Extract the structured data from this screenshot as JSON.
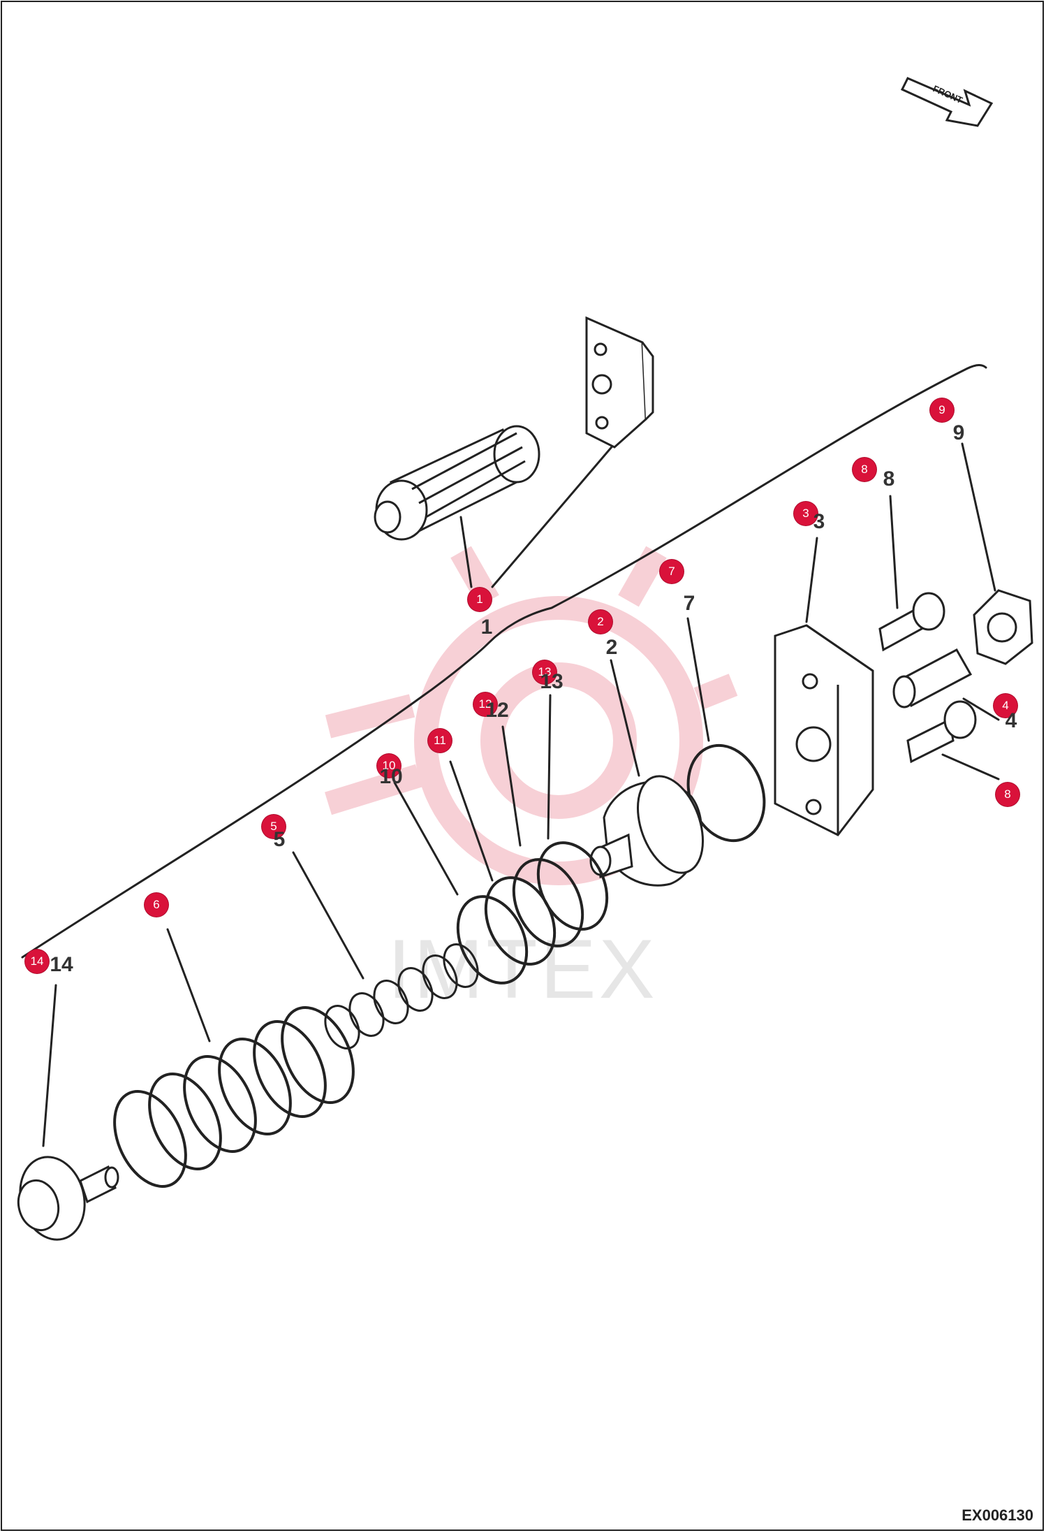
{
  "front_label": "FRONT",
  "drawing_code": "EX006130",
  "watermark_text": "IMTEX",
  "accent_color": "#d9123a",
  "callouts": [
    {
      "label": "1"
    },
    {
      "label": "2"
    },
    {
      "label": "3"
    },
    {
      "label": "4"
    },
    {
      "label": "5"
    },
    {
      "label": "6"
    },
    {
      "label": "7"
    },
    {
      "label": "8"
    },
    {
      "label": "8"
    },
    {
      "label": "9"
    },
    {
      "label": "10"
    },
    {
      "label": "11"
    },
    {
      "label": "12"
    },
    {
      "label": "13"
    },
    {
      "label": "14"
    }
  ],
  "part_numbers": [
    {
      "text": "1"
    },
    {
      "text": "2"
    },
    {
      "text": "3"
    },
    {
      "text": "4"
    },
    {
      "text": "5"
    },
    {
      "text": "7"
    },
    {
      "text": "8"
    },
    {
      "text": "9"
    },
    {
      "text": "10"
    },
    {
      "text": "12"
    },
    {
      "text": "13"
    },
    {
      "text": "14"
    }
  ]
}
